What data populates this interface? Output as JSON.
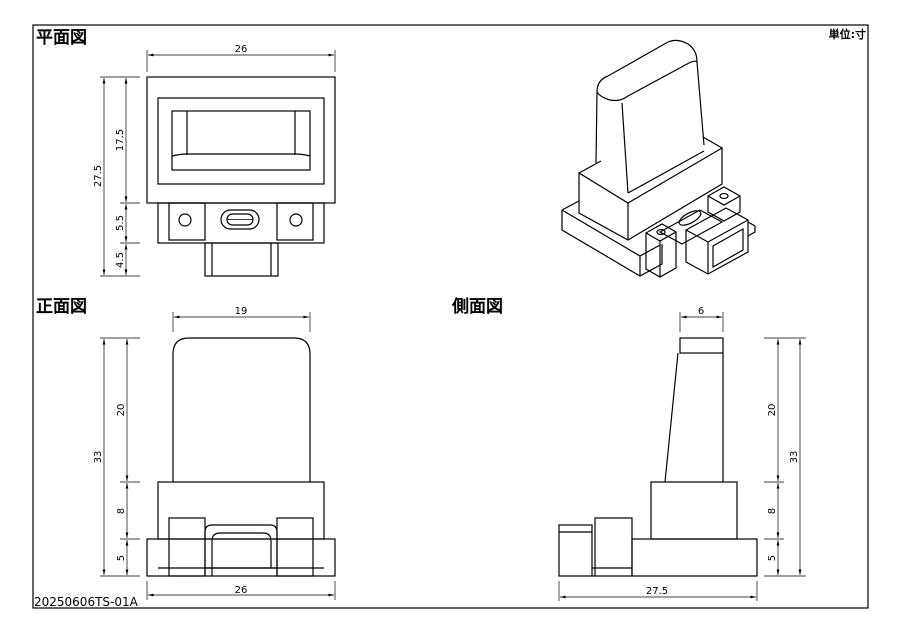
{
  "views": {
    "plan": {
      "title": "平面図",
      "dims": {
        "width": "26",
        "total": "27.5",
        "upper": "17.5",
        "middle": "5.5",
        "lower": "4.5"
      }
    },
    "front": {
      "title": "正面図",
      "dims": {
        "top_width": "19",
        "width": "26",
        "total": "33",
        "upper": "20",
        "middle": "8",
        "lower": "5"
      }
    },
    "side": {
      "title": "側面図",
      "dims": {
        "top_width": "6",
        "width": "27.5",
        "total": "33",
        "upper": "20",
        "middle": "8",
        "lower": "5"
      }
    }
  },
  "unit_label": "単位:寸",
  "drawing_number": "20250606TS-01A"
}
